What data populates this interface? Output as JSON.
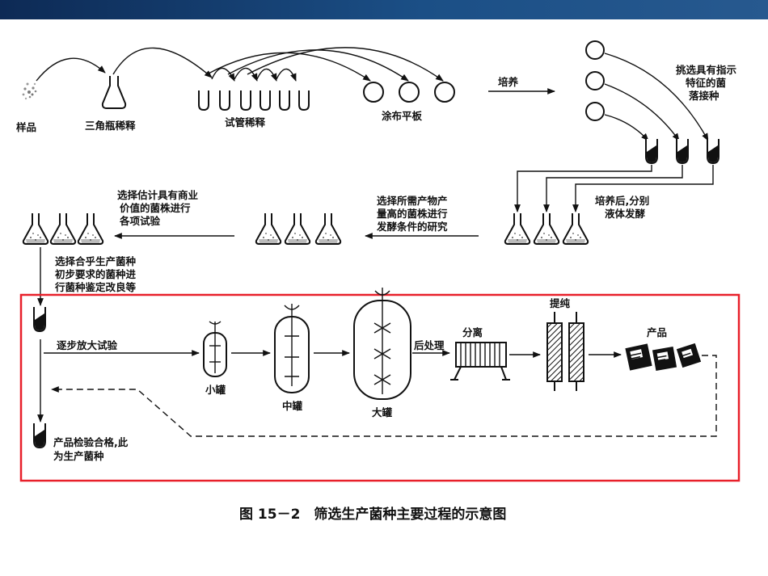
{
  "colors": {
    "header_bar": "#1b4f86",
    "highlight_box": "#e8202a",
    "ink": "#111111"
  },
  "labels": {
    "sample": "样品",
    "flask_dilution": "三角瓶稀释",
    "tube_dilution": "试管稀释",
    "plate_spread": "涂布平板",
    "culture": "培养",
    "select_marker": [
      "挑选具有指示",
      "特征的菌",
      "落接种"
    ],
    "after_culture": [
      "培养后,分别",
      "液体发酵"
    ],
    "select_high_yield": [
      "选择所需产物产",
      "量高的菌株进行",
      "发酵条件的研究"
    ],
    "select_commercial": [
      "选择估计具有商业",
      "价值的菌株进行",
      "各项试验"
    ],
    "select_prod_strain": [
      "选择合乎生产菌种",
      "初步要求的菌种进",
      "行菌种鉴定改良等"
    ],
    "scale_up": "逐步放大试验",
    "small_tank": "小罐",
    "medium_tank": "中罐",
    "large_tank": "大罐",
    "post_processing": "后处理",
    "separation": "分离",
    "purification": "提纯",
    "product": "产品",
    "qualified": [
      "产品检验合格,此",
      "为生产菌种"
    ]
  },
  "caption": "图 15－2　筛选生产菌种主要过程的示意图"
}
